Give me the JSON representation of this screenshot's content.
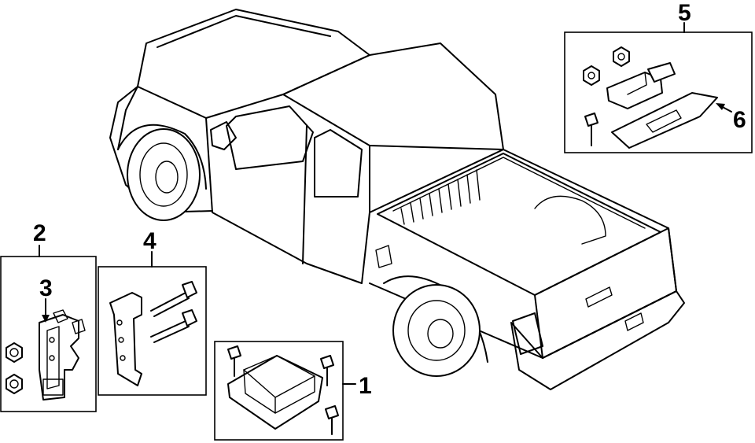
{
  "callouts": [
    {
      "id": "1",
      "label": "1"
    },
    {
      "id": "2",
      "label": "2"
    },
    {
      "id": "3",
      "label": "3"
    },
    {
      "id": "4",
      "label": "4"
    },
    {
      "id": "5",
      "label": "5"
    },
    {
      "id": "6",
      "label": "6"
    }
  ],
  "icons": {
    "vehicle": "pickup-truck-illustration",
    "part_1": "airbag-control-module-icon",
    "part_3": "impact-sensor-bracket-icon",
    "part_4": "mounting-bracket-with-bolts-icon",
    "part_5": "impact-sensor-kit-icon",
    "part_6": "sensor-bracket-icon"
  }
}
